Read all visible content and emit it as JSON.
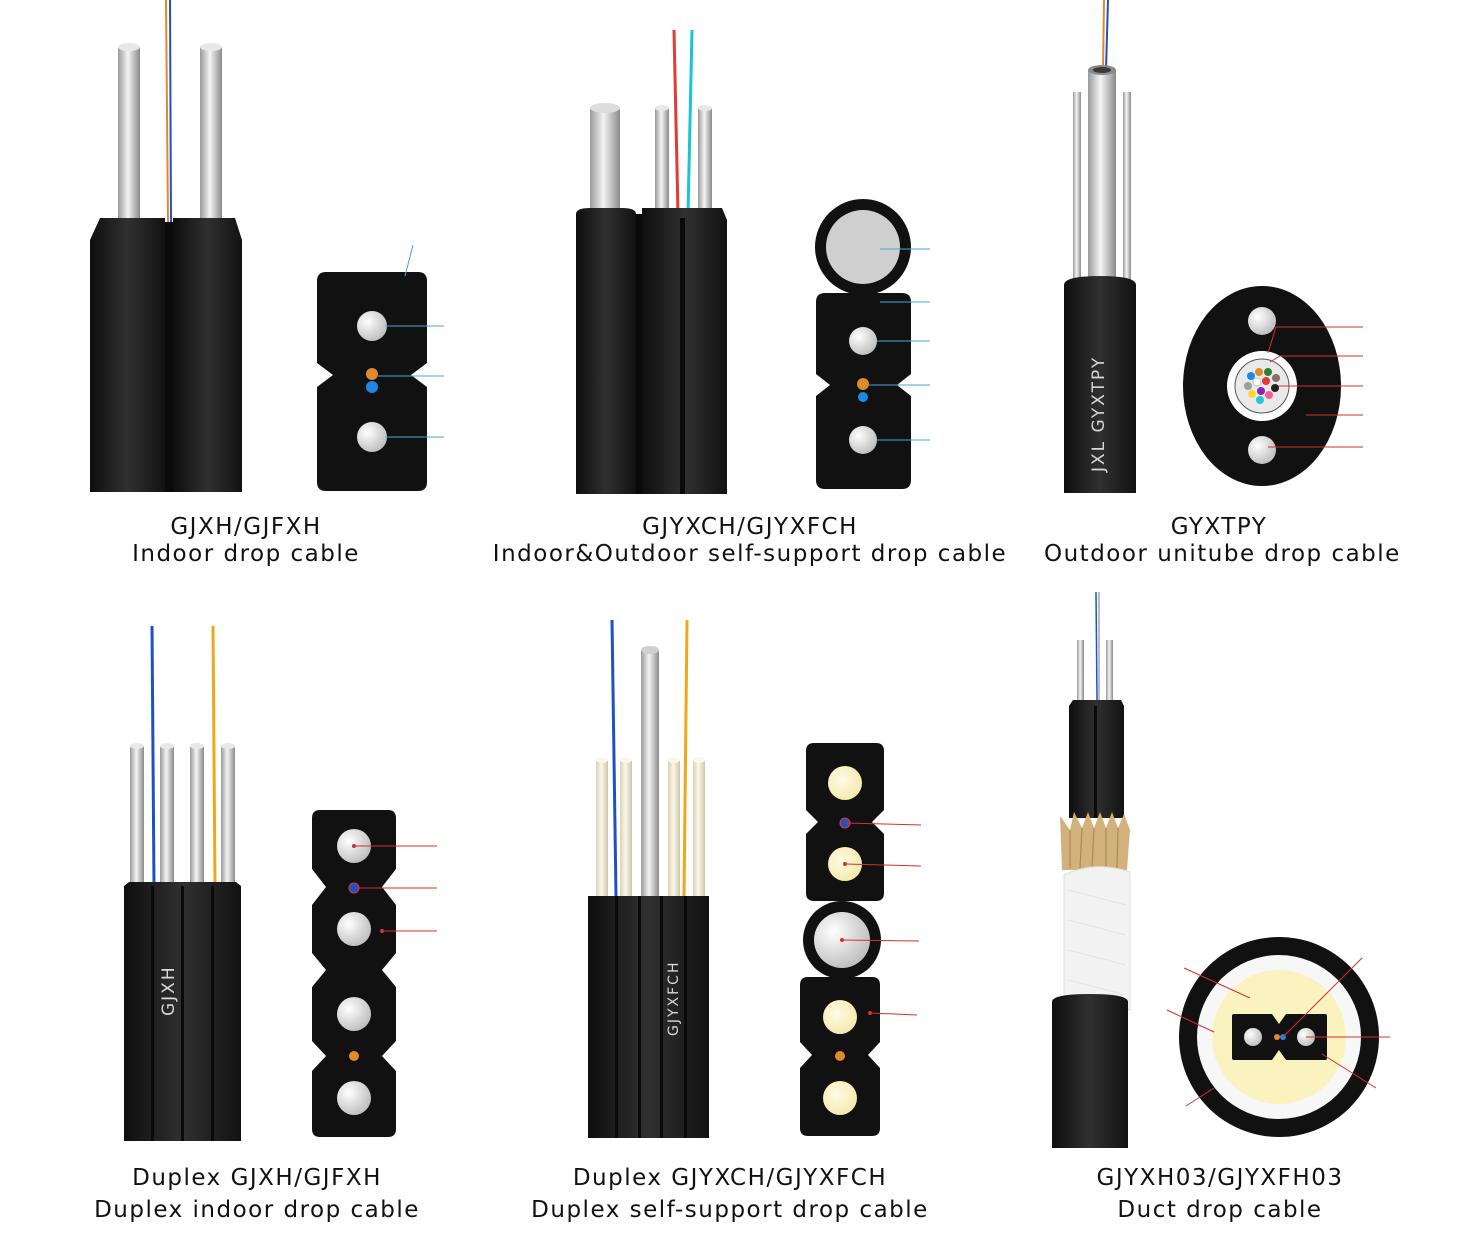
{
  "products": [
    {
      "id": "gjxh",
      "model": "GJXH/GJFXH",
      "description": "Indoor drop cable"
    },
    {
      "id": "gjyxch",
      "model": "GJYXCH/GJYXFCH",
      "description": "Indoor&Outdoor self-support drop cable"
    },
    {
      "id": "gyxtpy",
      "model": "GYXTPY",
      "description": "Outdoor unitube drop cable",
      "jacket_print": "JXL  GYXTPY"
    },
    {
      "id": "duplex-gjxh",
      "model": "Duplex GJXH/GJFXH",
      "description": "Duplex indoor drop cable",
      "jacket_print": "GJXH"
    },
    {
      "id": "duplex-gjyxch",
      "model": "Duplex GJYXCH/GJYXFCH",
      "description": "Duplex self-support drop cable",
      "jacket_print": "GJYXFCH"
    },
    {
      "id": "gjyxh03",
      "model": "GJYXH03/GJYXFH03",
      "description": "Duct drop cable"
    }
  ],
  "colors": {
    "jacket": "#1a1a1a",
    "steel": "#cfcfcf",
    "fiber_orange": "#e08a2a",
    "fiber_blue": "#1e88e5",
    "fiber_red": "#e53935",
    "fiber_cyan": "#19c4d6",
    "leader_blue": "#4aa3d9",
    "leader_red": "#d32f2f",
    "fiber_yellow": "#fdf3c2",
    "aramid": "#d2b27a"
  }
}
